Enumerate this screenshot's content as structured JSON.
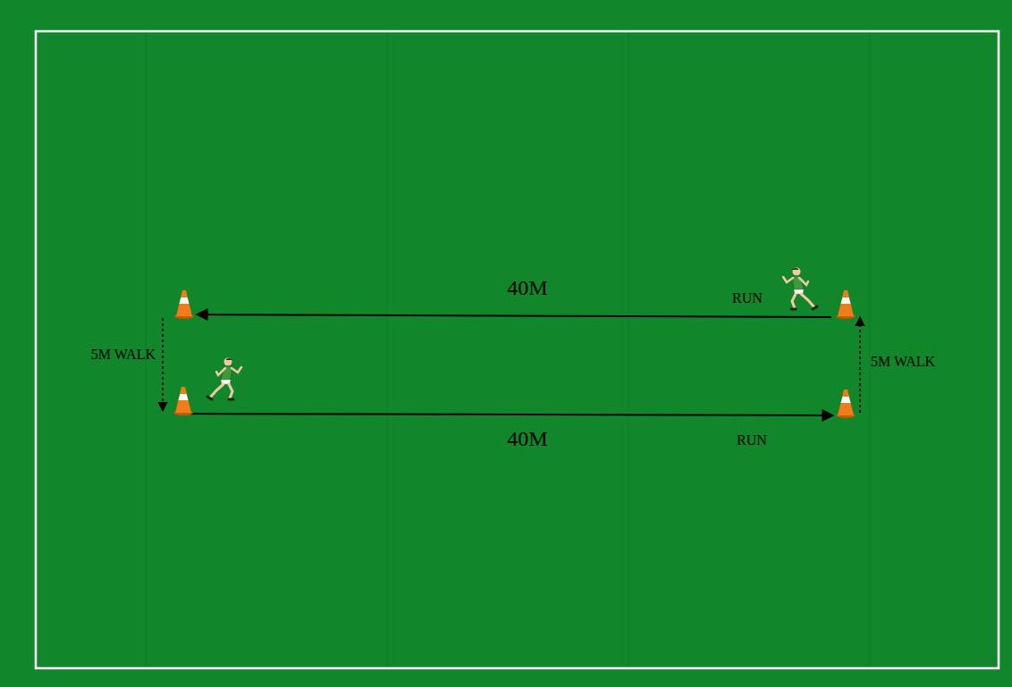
{
  "diagram": {
    "labels": [
      "40M",
      "RUN",
      "5M WALK",
      "5M WALK",
      "40M",
      "RUN"
    ]
  }
}
